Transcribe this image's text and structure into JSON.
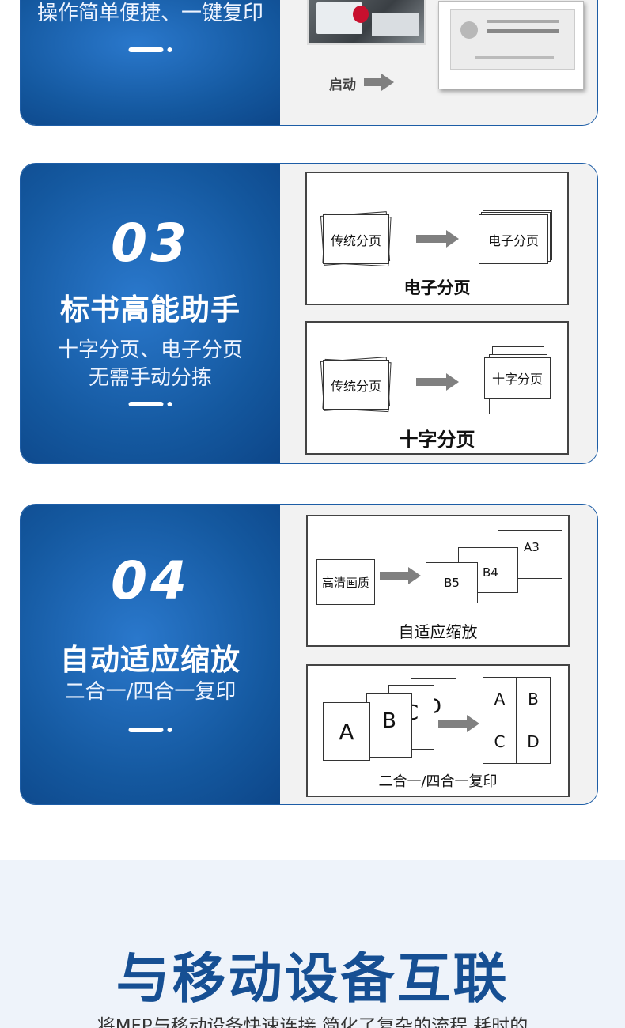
{
  "card2": {
    "subtitle": "操作简单便捷、一键复印",
    "start_label": "启动"
  },
  "card3": {
    "number": "03",
    "title": "标书高能助手",
    "desc_line1": "十字分页、电子分页",
    "desc_line2": "无需手动分拣",
    "panel1": {
      "source": "传统分页",
      "target": "电子分页",
      "caption": "电子分页"
    },
    "panel2": {
      "source": "传统分页",
      "target": "十字分页",
      "caption": "十字分页"
    }
  },
  "card4": {
    "number": "04",
    "title": "自动适应缩放",
    "desc_line1": "二合一/四合一复印",
    "panel1": {
      "source": "高清画质",
      "sizes": [
        "B5",
        "B4",
        "A3"
      ],
      "caption": "自适应缩放"
    },
    "panel2": {
      "pages": [
        "A",
        "B",
        "C",
        "D"
      ],
      "grid": [
        "A",
        "B",
        "C",
        "D"
      ],
      "caption": "二合一/四合一复印"
    }
  },
  "section": {
    "title": "与移动设备互联",
    "subtitle": "将MFP与移动设备快速连接 简化了复杂的流程 耗时的"
  }
}
